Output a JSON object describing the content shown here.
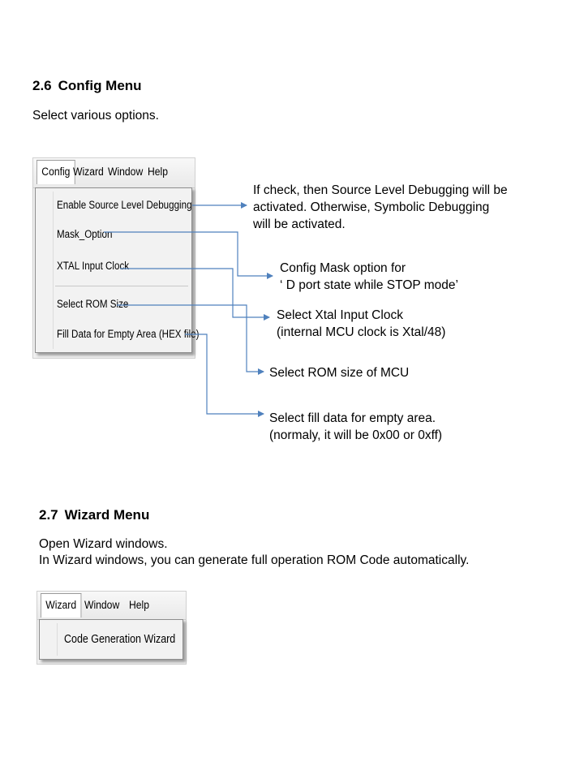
{
  "section_config": {
    "number": "2.6",
    "title": "Config Menu",
    "description": "Select various options."
  },
  "config_shot": {
    "menubar": [
      "Config",
      "Wizard",
      "Window",
      "Help"
    ],
    "items": [
      "Enable Source Level Debugging",
      "Mask_Option",
      "XTAL Input Clock",
      "Select ROM Size",
      "Fill Data for Empty Area (HEX file)"
    ]
  },
  "annotations": {
    "source_debug": [
      "If check, then Source Level Debugging will be",
      "activated. Otherwise, Symbolic Debugging",
      "will be activated."
    ],
    "mask_option": [
      "Config Mask option for",
      "‘ D port state while STOP mode’"
    ],
    "xtal_clock": [
      "Select Xtal Input Clock",
      "(internal MCU clock is Xtal/48)"
    ],
    "rom_size": [
      "Select ROM size of MCU"
    ],
    "fill_data": [
      "Select fill data for empty area.",
      "(normaly, it will be 0x00 or 0xff)"
    ]
  },
  "section_wizard": {
    "number": "2.7",
    "title": "Wizard Menu",
    "description_lines": [
      "Open Wizard windows.",
      "In Wizard windows, you can generate full operation ROM Code automatically."
    ]
  },
  "wizard_shot": {
    "menubar": [
      "Wizard",
      "Window",
      "Help"
    ],
    "items": [
      "Code Generation Wizard"
    ]
  },
  "colors": {
    "connector": "#4f81bd",
    "background": "#ffffff",
    "text": "#000000"
  }
}
